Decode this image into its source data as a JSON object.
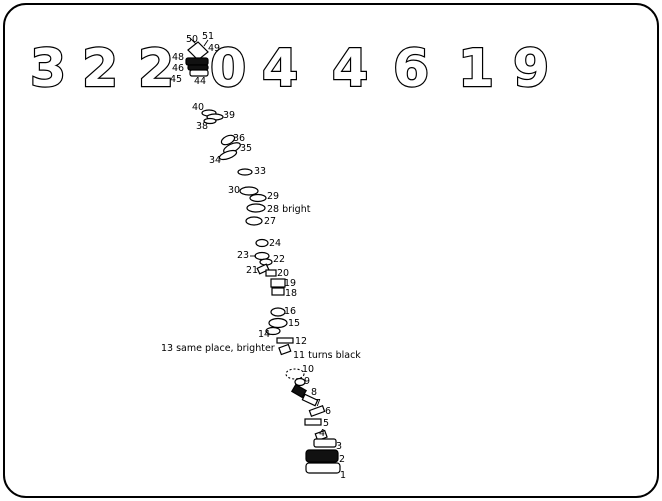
{
  "digits": [
    "3",
    "2",
    "2",
    "0",
    "4",
    "4",
    "6",
    "1",
    "9"
  ],
  "labels": {
    "n1": "1",
    "n2": "2",
    "n3": "3",
    "n4": "4",
    "n5": "5",
    "n6": "6",
    "n7": "7",
    "n8": "8",
    "n9": "9",
    "n10": "10",
    "n11": "11 turns black",
    "n12": "12",
    "n13": "13 same place, brighter",
    "n14": "14",
    "n15": "15",
    "n16": "16",
    "n18": "18",
    "n19": "19",
    "n20": "20",
    "n21": "21",
    "n22": "22",
    "n23": "23",
    "n24": "24",
    "n27": "27",
    "n28": "28 bright",
    "n29": "29",
    "n30": "30",
    "n33": "33",
    "n34": "34",
    "n35": "35",
    "n36": "36",
    "n38": "38",
    "n39": "39",
    "n40": "40",
    "n44": "44",
    "n45": "45",
    "n46": "46",
    "n48": "48",
    "n49": "49",
    "n50": "50",
    "n51": "51"
  }
}
